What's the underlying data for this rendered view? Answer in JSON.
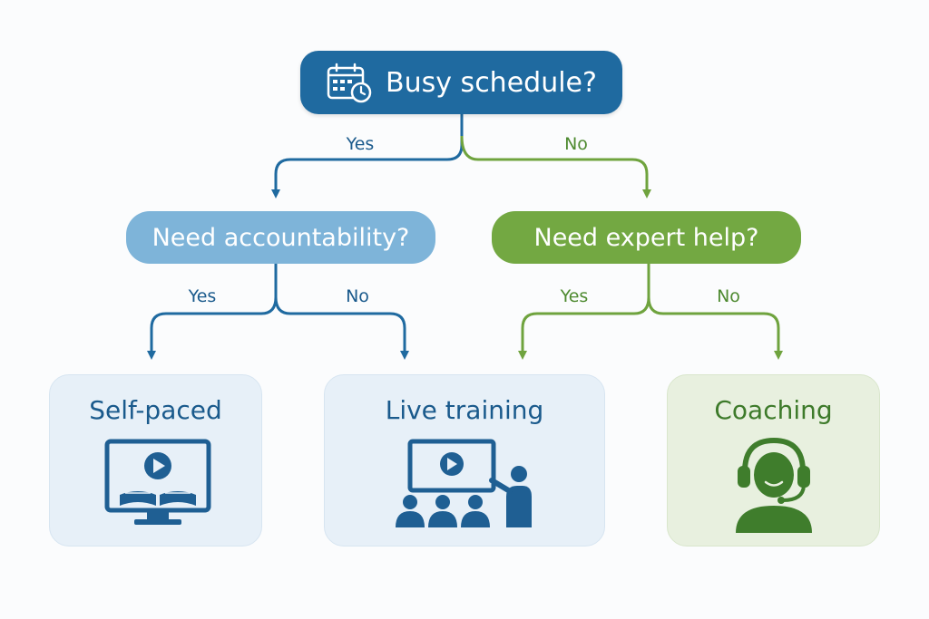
{
  "root": {
    "label": "Busy schedule?",
    "icon": "calendar-clock-icon"
  },
  "question_left": {
    "label": "Need accountability?"
  },
  "question_right": {
    "label": "Need expert help?"
  },
  "edges": {
    "root_yes": "Yes",
    "root_no": "No",
    "left_yes": "Yes",
    "left_no": "No",
    "right_yes": "Yes",
    "right_no": "No"
  },
  "outcomes": [
    {
      "title": "Self-paced",
      "icon": "monitor-book-play-icon"
    },
    {
      "title": "Live training",
      "icon": "presenter-audience-icon"
    },
    {
      "title": "Coaching",
      "icon": "headset-person-icon"
    }
  ],
  "colors": {
    "blue_dark": "#1f6aa0",
    "blue_light": "#7eb4d9",
    "green": "#73a842",
    "card_blue": "#e7f0f8",
    "card_green": "#e8f0df"
  }
}
